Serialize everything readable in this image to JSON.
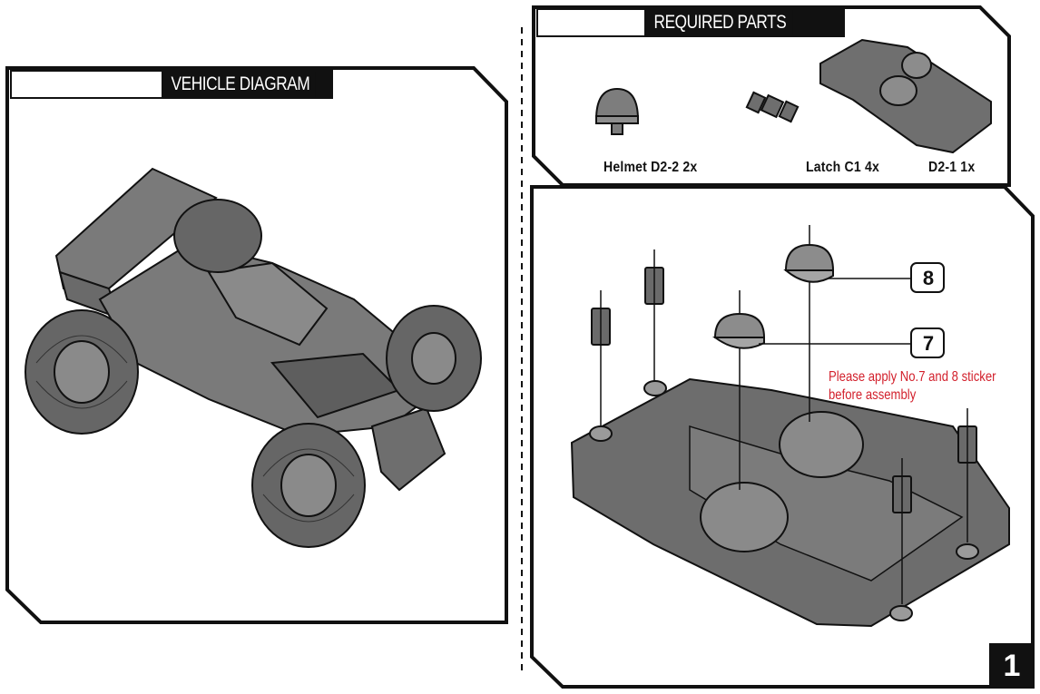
{
  "vehicle_panel": {
    "title": "VEHICLE DIAGRAM"
  },
  "parts_panel": {
    "title": "REQUIRED PARTS",
    "parts": [
      {
        "label": "Helmet D2-2  2x",
        "icon": "helmet-icon"
      },
      {
        "label": "Latch C1  4x",
        "icon": "latch-icon"
      },
      {
        "label": "D2-1  1x",
        "icon": "chassis-plate-icon"
      }
    ]
  },
  "assembly_panel": {
    "stickers": [
      "8",
      "7"
    ],
    "note_line1": "Please apply No.7 and 8 sticker",
    "note_line2": "before assembly",
    "step_number": "1"
  },
  "colors": {
    "ink": "#111111",
    "part_grey": "#6f6f6f",
    "note_red": "#d21f2b"
  }
}
